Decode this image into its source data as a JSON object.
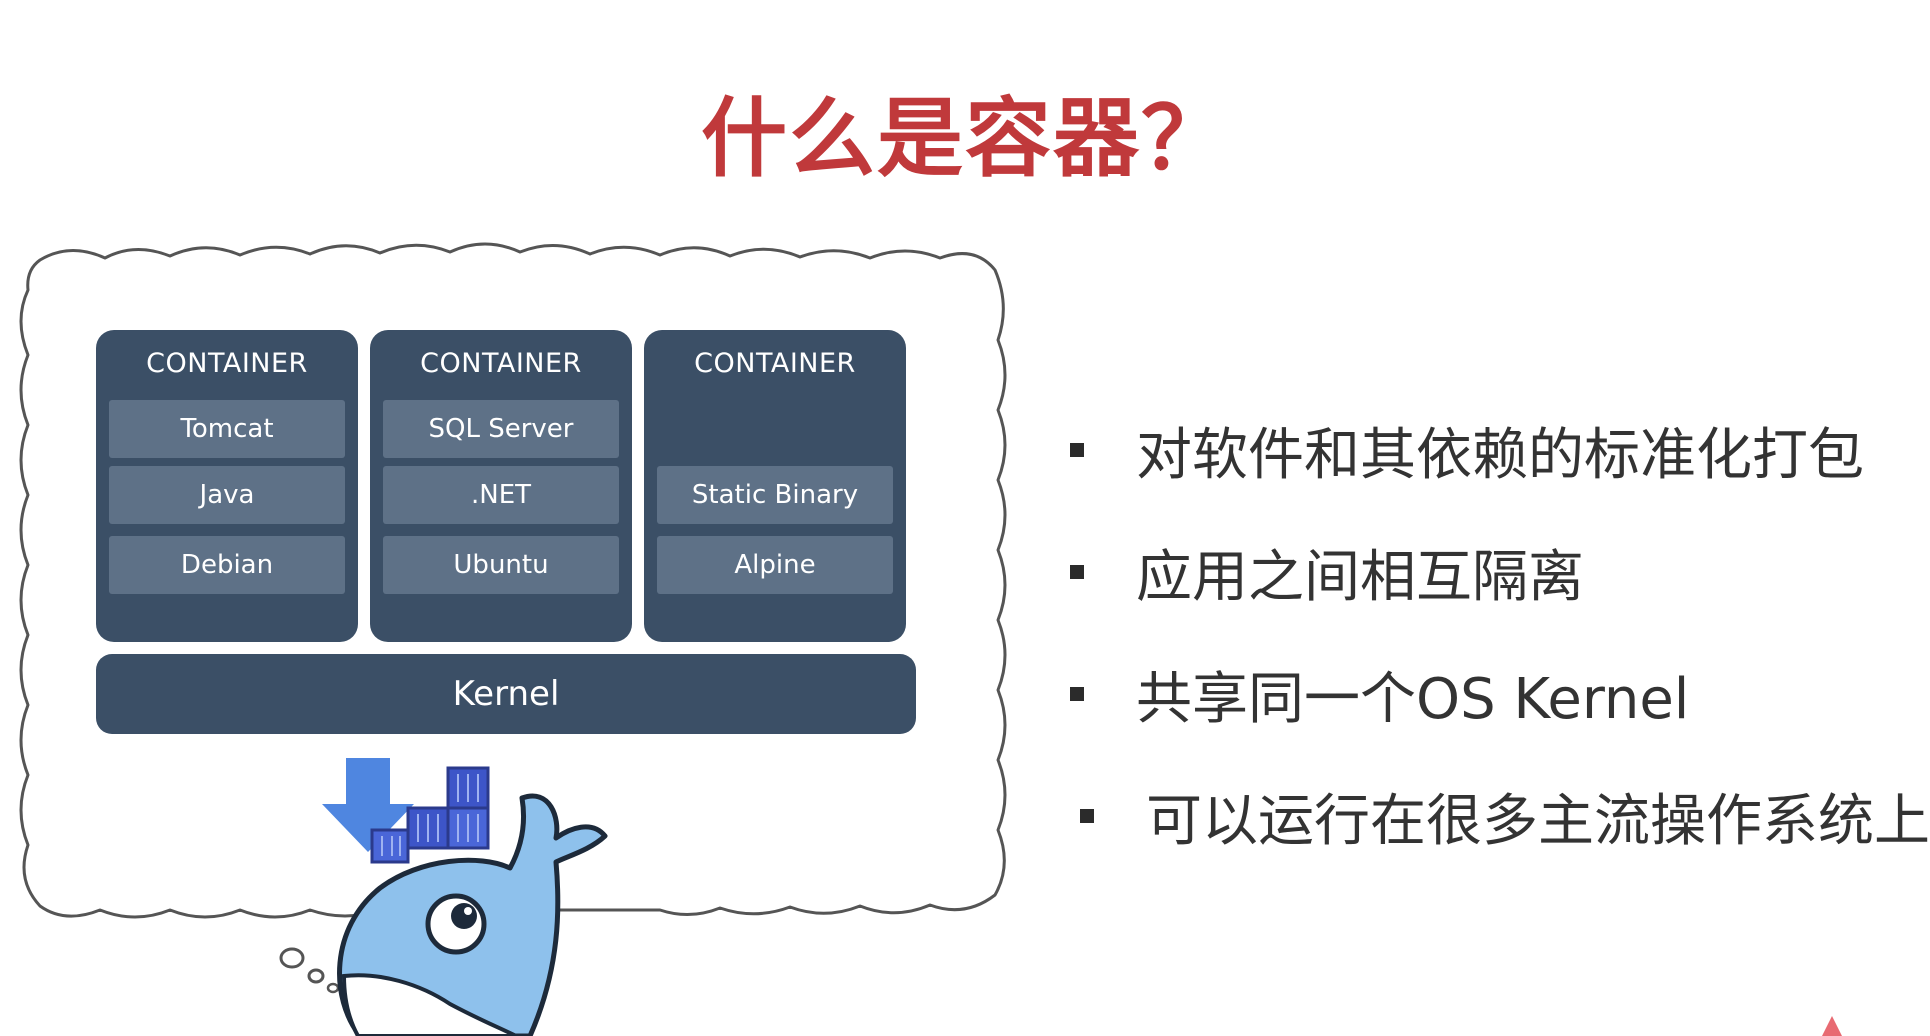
{
  "title": "什么是容器？",
  "diagram": {
    "containers": [
      {
        "header": "CONTAINER",
        "layers": [
          "Tomcat",
          "Java",
          "Debian"
        ]
      },
      {
        "header": "CONTAINER",
        "layers": [
          "SQL Server",
          ".NET",
          "Ubuntu"
        ]
      },
      {
        "header": "CONTAINER",
        "layers": [
          "",
          "Static Binary",
          "Alpine"
        ]
      }
    ],
    "kernel": "Kernel",
    "mascot_icon": "docker-whale-icon",
    "arrow_icon": "down-arrow-icon",
    "colors": {
      "container_bg": "#3b4f66",
      "layer_bg": "#5e7187",
      "arrow": "#4f86e0",
      "whale": "#8ec1ec"
    }
  },
  "bullets": [
    "对软件和其依赖的标准化打包",
    "应用之间相互隔离",
    "共享同一个OS Kernel",
    "可以运行在很多主流操作系统上"
  ],
  "colors": {
    "title": "#c0393b",
    "text": "#333333"
  }
}
